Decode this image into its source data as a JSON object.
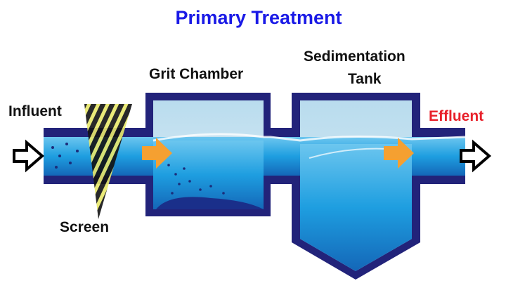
{
  "title": "Primary Treatment",
  "labels": {
    "influent": "Influent",
    "screen": "Screen",
    "grit_chamber": "Grit Chamber",
    "sedimentation_line1": "Sedimentation",
    "sedimentation_line2": "Tank",
    "effluent": "Effluent"
  },
  "colors": {
    "title": "#1a1ae6",
    "effluent": "#e8202a",
    "wall": "#22237a",
    "water": "#2aa6e6",
    "arrow": "#f5a031"
  }
}
